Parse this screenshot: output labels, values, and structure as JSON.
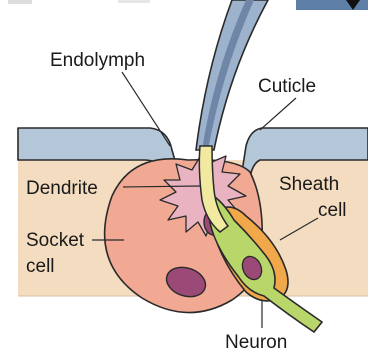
{
  "labels": {
    "endolymph": "Endolymph",
    "cuticle": "Cuticle",
    "dendrite": "Dendrite",
    "sheath_line1": "Sheath",
    "sheath_line2": "cell",
    "socket_line1": "Socket",
    "socket_line2": "cell",
    "neuron": "Neuron"
  },
  "colors": {
    "cuticle": "#b3c7d9",
    "tissue": "#f4dcc0",
    "socket_cell": "#f2a994",
    "nucleus": "#9b4a77",
    "dendrite": "#f1e9a0",
    "neuron": "#b9d66a",
    "sheath_cell": "#f0a84a",
    "hair": "#9db2cc",
    "corner_tab": "#5e7fa8"
  }
}
